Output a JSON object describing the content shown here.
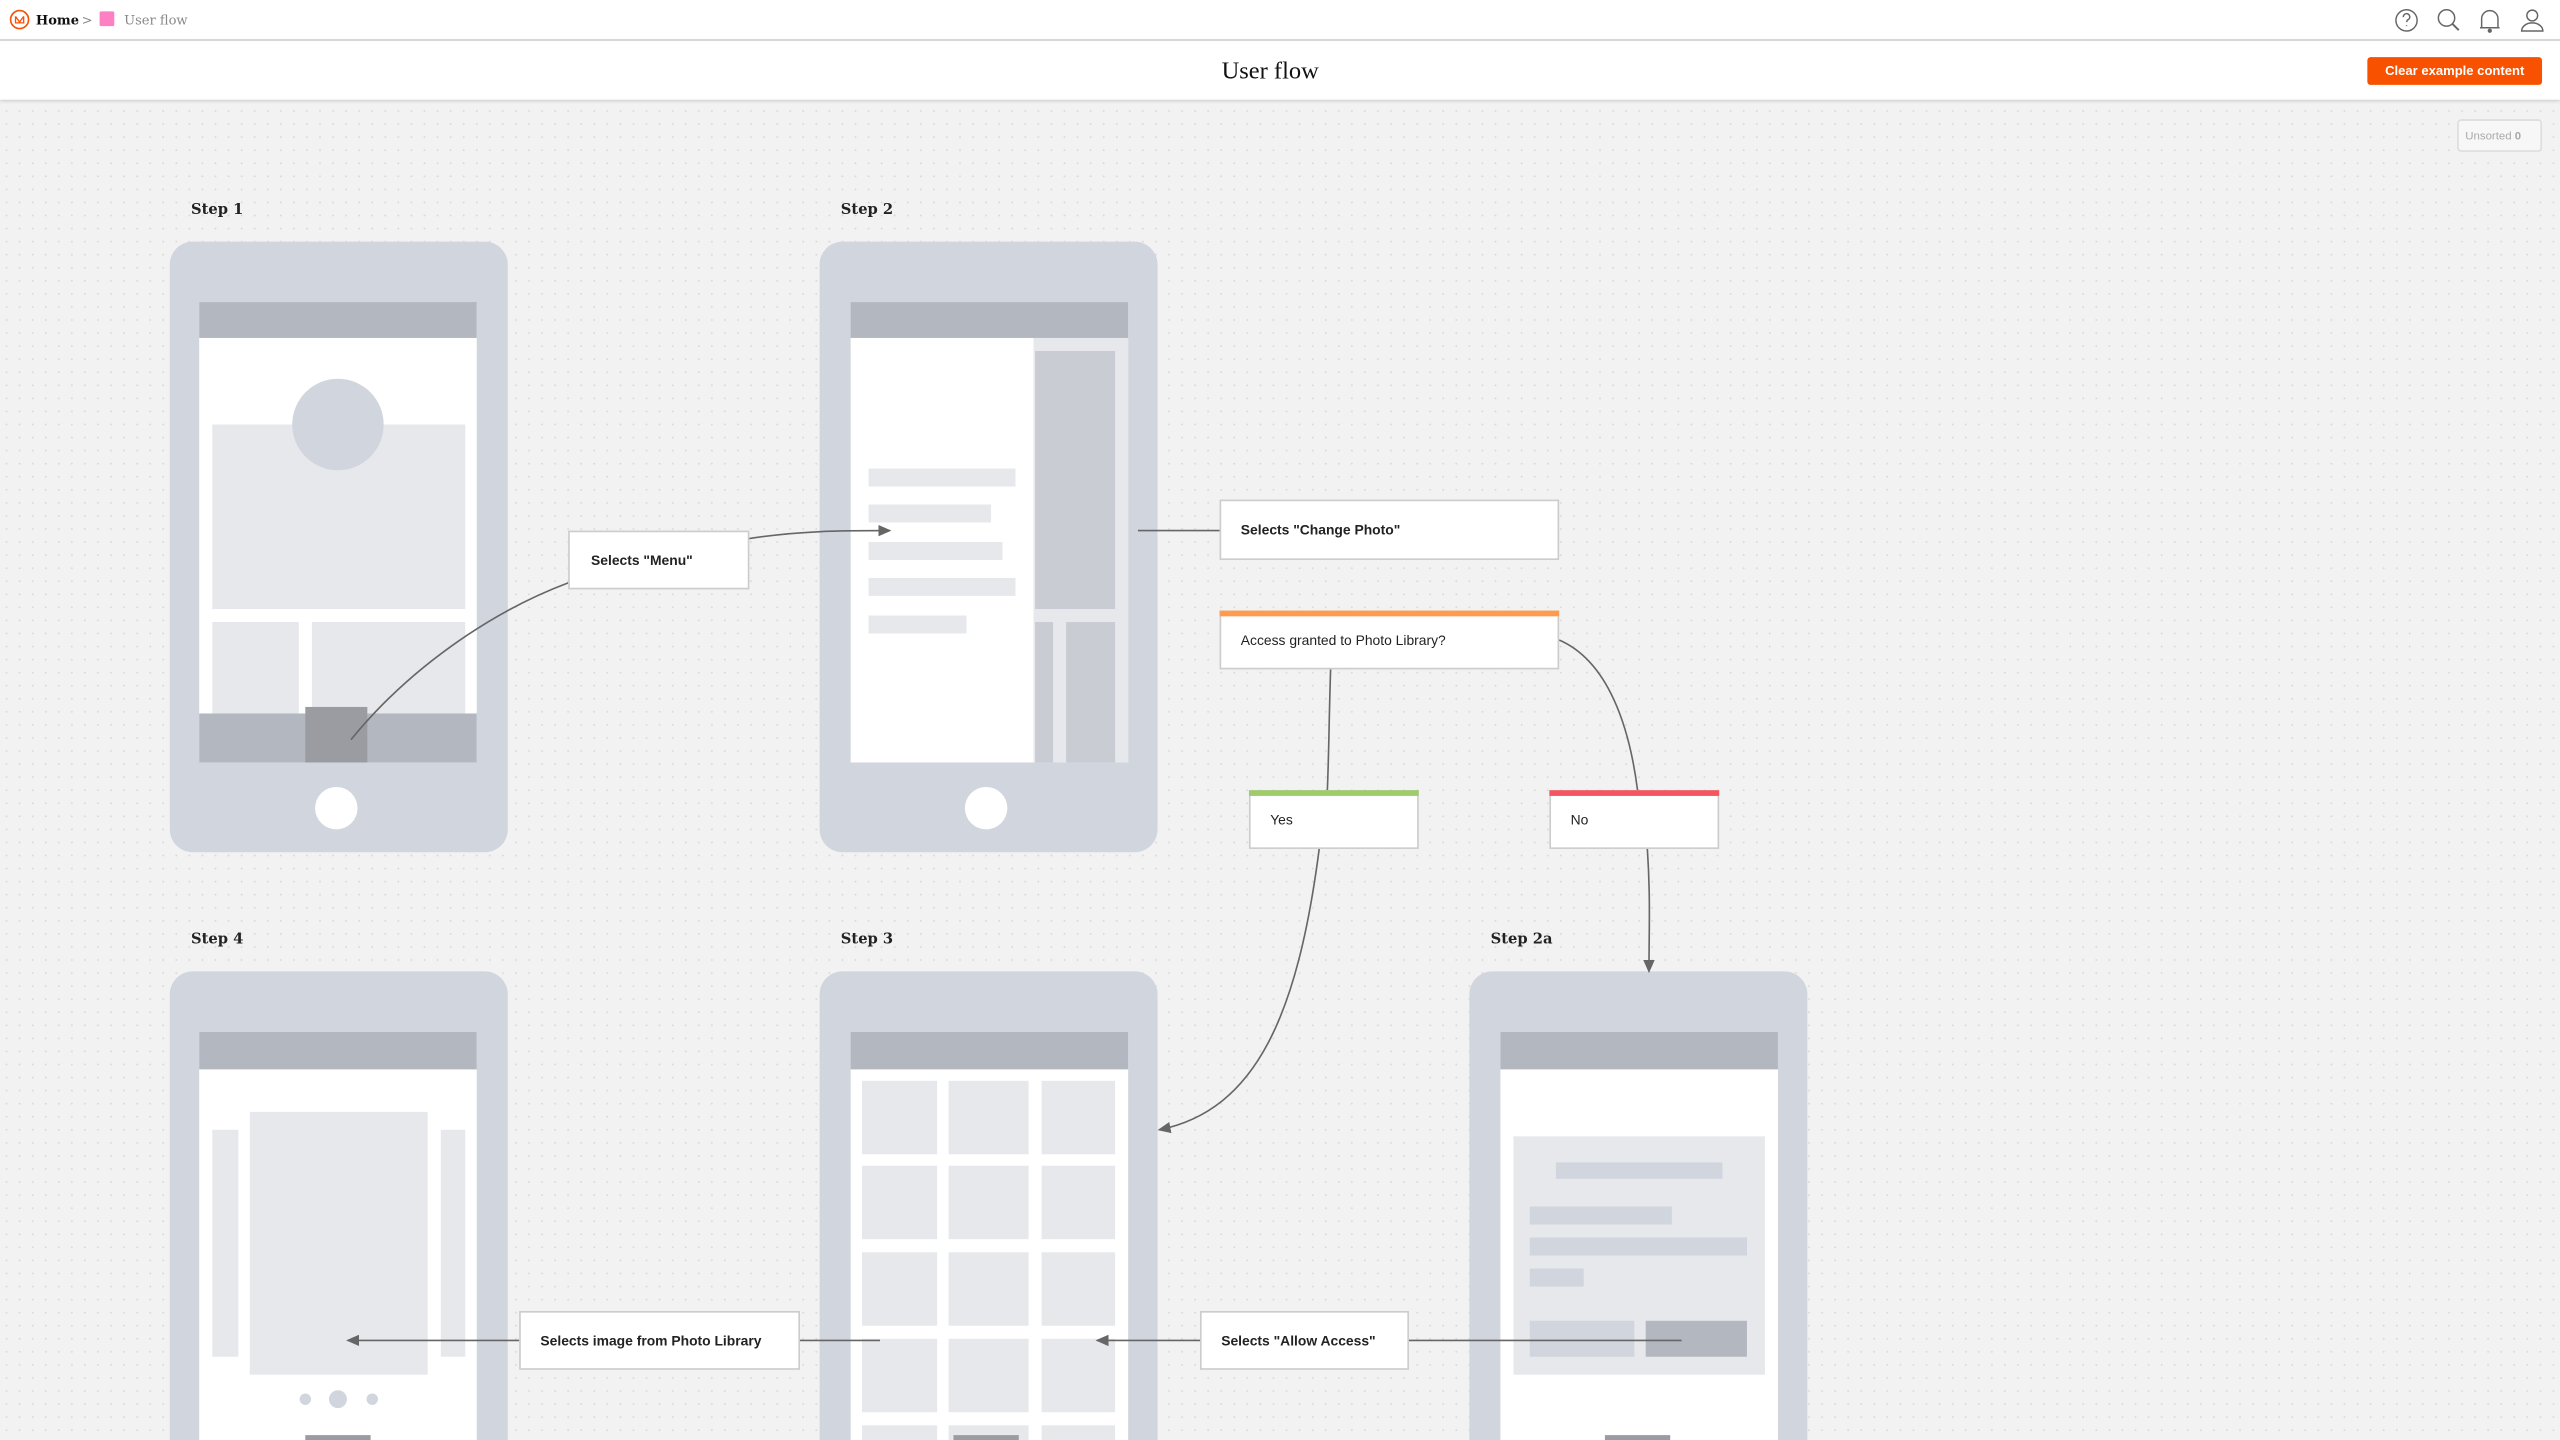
{
  "topbar": {
    "home_label": "Home",
    "separator": ">",
    "board_label": "User flow",
    "board_color": "#ff7fc3",
    "icons": [
      "help-icon",
      "search-icon",
      "bell-icon",
      "user-icon"
    ]
  },
  "header": {
    "title": "User flow",
    "clear_button": "Clear example content",
    "accent": "#f85100"
  },
  "unsorted": {
    "label": "Unsorted",
    "count": "0"
  },
  "steps": {
    "step1": "Step 1",
    "step2": "Step 2",
    "step4": "Step 4",
    "step3": "Step 3",
    "step2a": "Step 2a"
  },
  "cards": {
    "menu": "Selects \"Menu\"",
    "change_photo": "Selects \"Change Photo\"",
    "access": "Access granted to Photo Library?",
    "yes": "Yes",
    "no": "No",
    "select_image": "Selects image from Photo Library",
    "allow_access": "Selects \"Allow Access\""
  },
  "colors": {
    "decision": "#ff9a4f",
    "yes": "#9fcb6b",
    "no": "#f5555f",
    "phone": "#d0d5de"
  }
}
